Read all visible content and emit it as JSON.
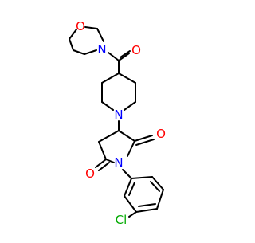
{
  "molecule": {
    "atom_labels": {
      "morpholine_oxygen": "O",
      "morpholine_nitrogen": "N",
      "amide_carbonyl_oxygen": "O",
      "piperidine_nitrogen": "N",
      "imide_carbonyl_oxygen_upper": "O",
      "imide_nitrogen": "N",
      "imide_carbonyl_oxygen_lower": "O",
      "chlorine": "Cl"
    },
    "colors": {
      "bond": "#000000",
      "oxygen": "#ff0000",
      "nitrogen": "#0000ff",
      "chlorine": "#00aa00",
      "background": "#ffffff"
    }
  }
}
